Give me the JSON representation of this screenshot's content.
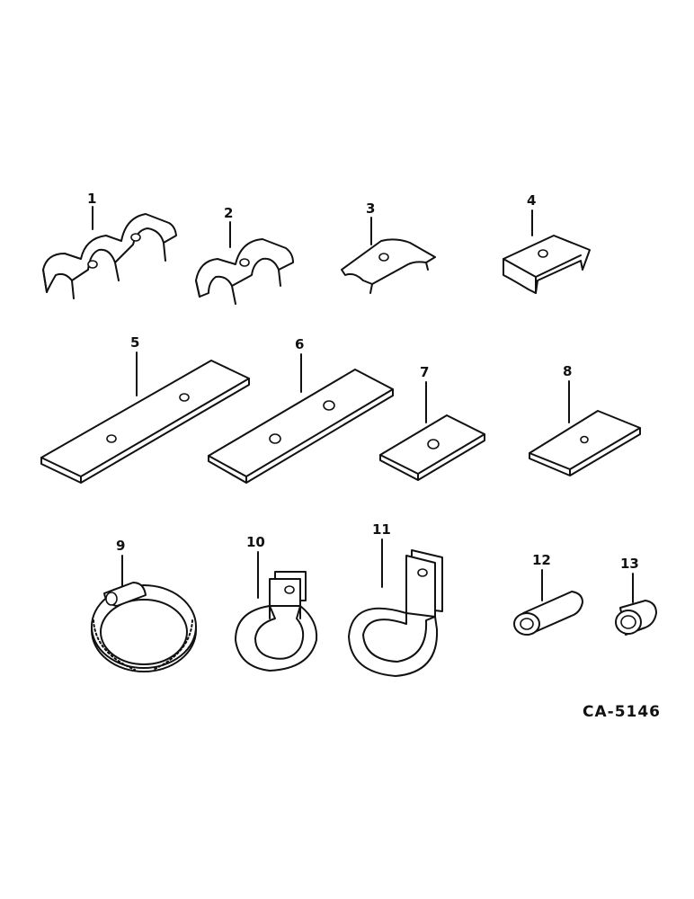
{
  "parts": [
    {
      "number": "1",
      "icon": "double-tube-clip-icon"
    },
    {
      "number": "2",
      "icon": "twin-tube-clip-icon"
    },
    {
      "number": "3",
      "icon": "saddle-clip-icon"
    },
    {
      "number": "4",
      "icon": "channel-clip-icon"
    },
    {
      "number": "5",
      "icon": "long-strap-two-hole-icon"
    },
    {
      "number": "6",
      "icon": "strap-two-hole-icon"
    },
    {
      "number": "7",
      "icon": "small-plate-icon"
    },
    {
      "number": "8",
      "icon": "small-plate-icon"
    },
    {
      "number": "9",
      "icon": "hose-clamp-icon"
    },
    {
      "number": "10",
      "icon": "p-clamp-small-icon"
    },
    {
      "number": "11",
      "icon": "p-clamp-large-icon"
    },
    {
      "number": "12",
      "icon": "long-spacer-tube-icon"
    },
    {
      "number": "13",
      "icon": "short-spacer-tube-icon"
    }
  ],
  "figure_code": "CA-5146"
}
